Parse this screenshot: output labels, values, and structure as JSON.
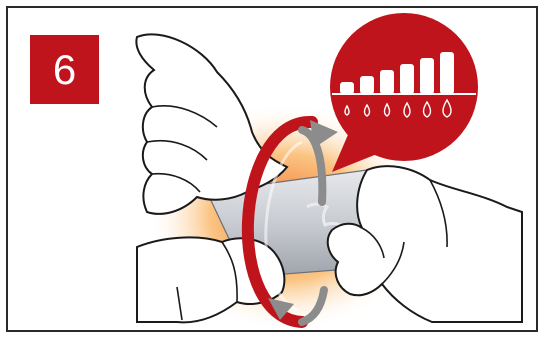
{
  "step": {
    "number": "6"
  },
  "illustration": {
    "subject": "hands-twisting-dosing-pen",
    "icons": [
      "rotate-arrow-icon",
      "dose-level-bars-icon",
      "blood-drop-icon"
    ],
    "dose_levels": 6
  },
  "colors": {
    "accent": "#c0141c",
    "glow": "#f15a24",
    "pen_body": "#c9ccd2",
    "pen_cap": "#3d5a80",
    "arrow_gray": "#8c8c8c",
    "outline": "#1a1a1a"
  }
}
